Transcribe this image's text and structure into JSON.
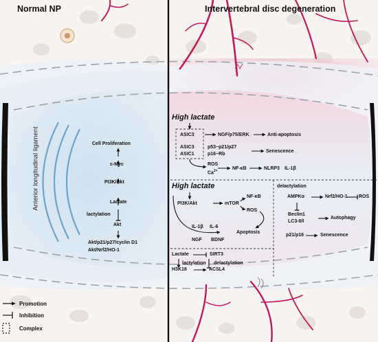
{
  "headers": {
    "left": "Normal NP",
    "right": "Intervertebral disc degeneration"
  },
  "ligament_label": "Anterior longitudinal ligament",
  "normal_np": {
    "cell_proliferation": "Cell Proliferation",
    "c_myc": "c-Myc",
    "pi3k_akt": "PI3K/Akt",
    "lactate": "Lactate",
    "lactylation": "lactylation",
    "akt": "Akt",
    "akt_p21": "Akt/p21/p27/cyclin D1",
    "akt_nrf2": "Akt/Nrf2/HO-1"
  },
  "box1": {
    "title": "High lactate",
    "asic3_a": "ASIC3",
    "ngf": "NGF/p75/ERK",
    "anti_apoptosis": "Anti-apoptosis",
    "asic3_b": "ASIC3",
    "asic1": "ASIC1",
    "p53": "p53−p21/p27",
    "p16rb": "p16−Rb",
    "senescence": "Senescence",
    "ros": "ROS",
    "ca": "Ca",
    "ca_sup": "2+",
    "nfkb": "NF-κB",
    "nlrp3": "NLRP3",
    "il1b": "IL-1β"
  },
  "box2": {
    "title": "High lactate",
    "pi3k_akt": "PI3K/Akt",
    "mtor": "mTOR",
    "nfkb": "NF-κB",
    "ros": "ROS",
    "il1b": "IL-1β",
    "il6": "IL-6",
    "apoptosis": "Apoptosis",
    "ngf": "NGF",
    "bdnf": "BDNF"
  },
  "box3": {
    "delactylation": "delactylation",
    "ampk": "AMPKα",
    "nrf2": "Nrf2/HO-1",
    "ros": "ROS",
    "beclin": "Beclin1",
    "lc3": "LC3-II/I",
    "autophagy": "Autophagy",
    "p21p16": "p21/p16",
    "senescence": "Senescence"
  },
  "box4": {
    "lactate": "Lactate",
    "sirt3": "SIRT3",
    "lactylation": "lactylation",
    "delactylation": "delactylation",
    "h3k18": "H3K18",
    "acsl4": "ACSL4"
  },
  "legend": {
    "promotion": "Promotion",
    "inhibition": "Inhibition",
    "complex": "Complex"
  },
  "colors": {
    "vessel": "#c2185b",
    "np_blue": "#d9e8f3",
    "lamella": "#e9eef3",
    "inflamed": "#f2c9d4"
  }
}
